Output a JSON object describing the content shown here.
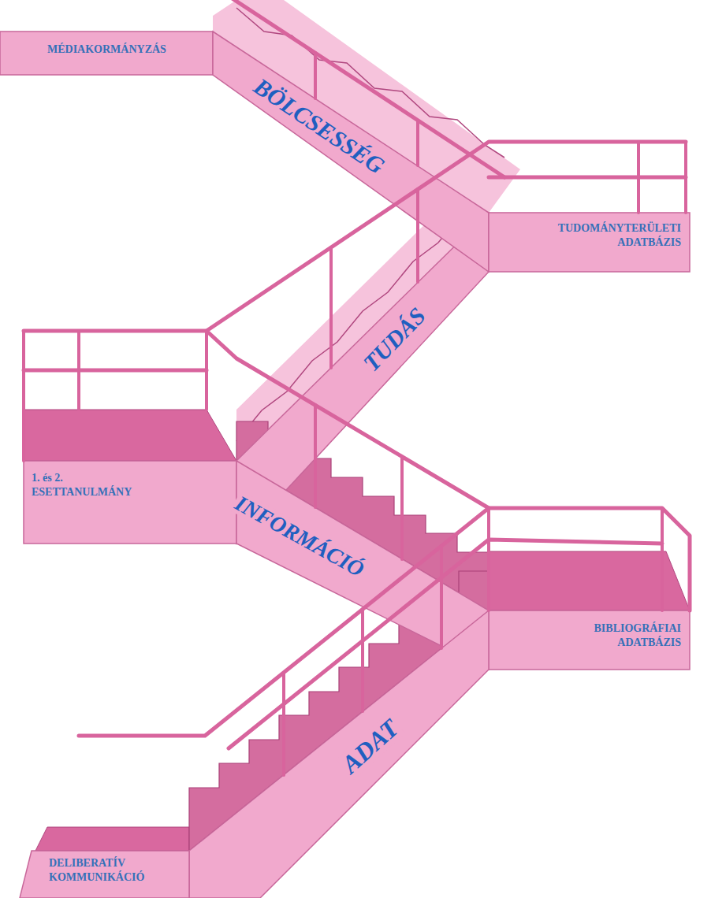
{
  "diagram": {
    "nodes": [
      {
        "text": [
          "MÉDIAKORMÁNYZÁS"
        ]
      },
      {
        "text": [
          "BÖLCSESSÉG"
        ]
      },
      {
        "text": [
          "TUDOMÁNYTERÜLETI ADATBÁZIS"
        ]
      },
      {
        "text": [
          "TUDÁS"
        ]
      },
      {
        "text": [
          "1. és 2. ESETTANULMÁNY"
        ]
      },
      {
        "text": [
          "INFORMÁCIÓ"
        ]
      },
      {
        "text": [
          "BIBLIOGRÁFIAI ADATBÁZIS"
        ]
      },
      {
        "text": [
          "ADAT"
        ]
      },
      {
        "text": [
          "DELIBERATÍV KOMMUNIKÁCIÓ"
        ]
      }
    ]
  }
}
